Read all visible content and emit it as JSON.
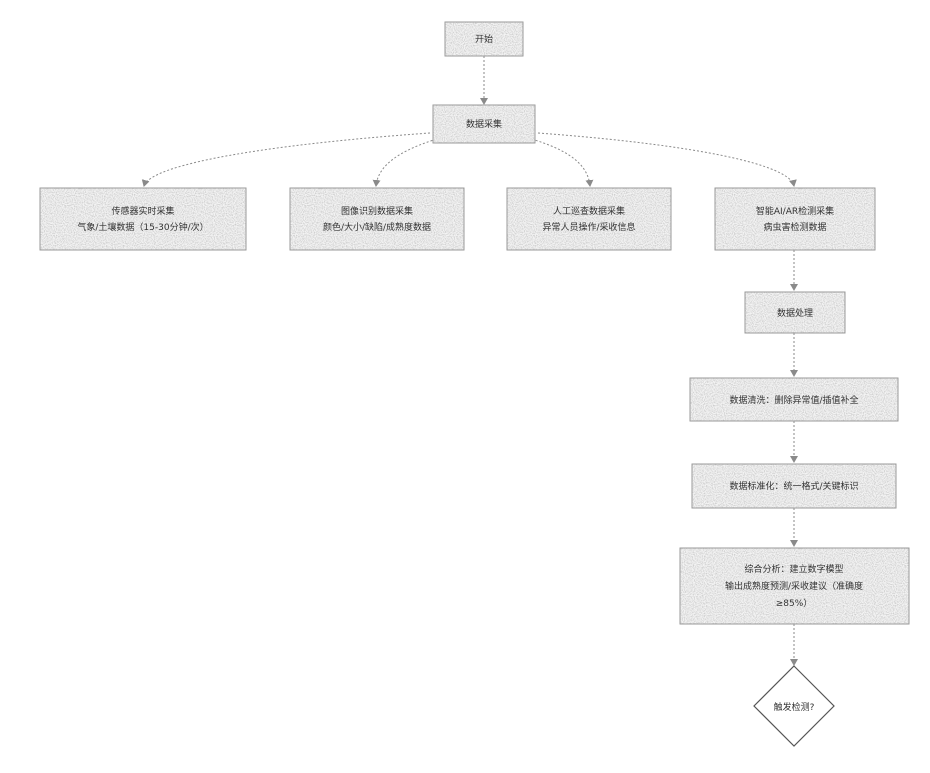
{
  "flowchart": {
    "nodes": {
      "start": {
        "lines": [
          "开始"
        ]
      },
      "collect": {
        "lines": [
          "数据采集"
        ]
      },
      "sensor": {
        "lines": [
          "传感器实时采集",
          "气象/土壤数据（15-30分钟/次）"
        ]
      },
      "image": {
        "lines": [
          "图像识别数据采集",
          "颜色/大小/缺陷/成熟度数据"
        ]
      },
      "manual": {
        "lines": [
          "人工巡查数据采集",
          "异常人员操作/采收信息"
        ]
      },
      "detect": {
        "lines": [
          "智能AI/AR检测采集",
          "病虫害检测数据"
        ]
      },
      "process": {
        "lines": [
          "数据处理"
        ]
      },
      "clean": {
        "lines": [
          "数据清洗：删除异常值/插值补全"
        ]
      },
      "standard": {
        "lines": [
          "数据标准化：统一格式/关键标识"
        ]
      },
      "analyze": {
        "lines": [
          "综合分析：建立数字模型",
          "输出成熟度预测/采收建议（准确度",
          "≥85%）"
        ]
      },
      "decision": {
        "lines": [
          "触发检测?"
        ]
      }
    }
  }
}
